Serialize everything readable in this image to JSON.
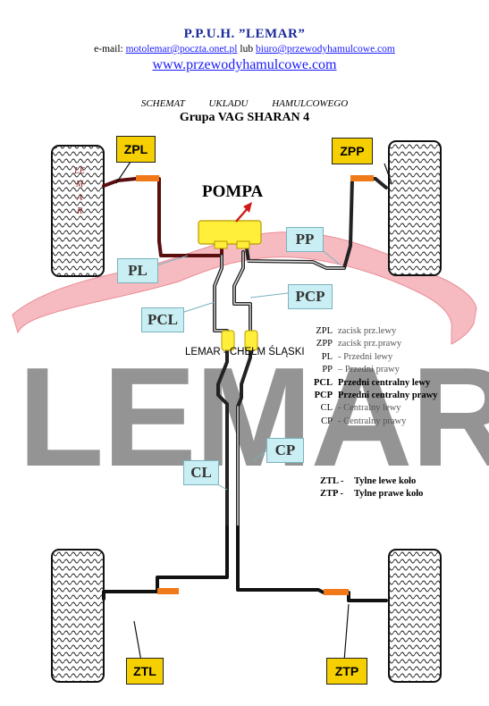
{
  "header": {
    "company": "P.P.U.H.  ”LEMAR”",
    "email_prefix": "e-mail: ",
    "email1": "motolemar@poczta.onet.pl",
    "email_join": " lub ",
    "email2": "biuro@przewodyhamulcowe.com",
    "website": "www.przewodyhamulcowe.com"
  },
  "title": {
    "schemat": "SCHEMAT UKLADU HAMULCOWEGO",
    "grupa": "Grupa VAG   SHARAN 4"
  },
  "pump_label": "POMPA",
  "watermark": {
    "logo_text": "LEMAR",
    "subtitle": "LEMAR - CHEŁM ŚLĄSKI"
  },
  "tire_text": "LEMAR",
  "labels": {
    "zpl": "ZPL",
    "zpp": "ZPP",
    "pl": "PL",
    "pp": "PP",
    "pcl": "PCL",
    "pcp": "PCP",
    "cl": "CL",
    "cp": "CP",
    "ztl": "ZTL",
    "ztp": "ZTP"
  },
  "legend": [
    {
      "key": "ZPL",
      "desc": "zacisk prz.lewy",
      "style": "muted"
    },
    {
      "key": "ZPP",
      "desc": "zacisk prz.prawy",
      "style": "muted"
    },
    {
      "key": "PL",
      "desc": "- Przedni lewy",
      "style": "muted"
    },
    {
      "key": "PP",
      "desc": "– Przedni prawy",
      "style": "muted"
    },
    {
      "key": "PCL",
      "desc": "Przedni centralny lewy",
      "style": "bold"
    },
    {
      "key": "PCP",
      "desc": "Przedni centralny prawy",
      "style": "bold"
    },
    {
      "key": "CL",
      "desc": "-  Centralny lewy",
      "style": "muted"
    },
    {
      "key": "CP",
      "desc": "-  Centralny prawy",
      "style": "muted"
    }
  ],
  "legend_rear": [
    {
      "key": "ZTL -",
      "desc": "Tylne lewe koło"
    },
    {
      "key": "ZTP -",
      "desc": "Tylne prawe koło"
    }
  ],
  "colors": {
    "caliper_label": "#f5cf00",
    "pipe_label": "#c9eef3",
    "pump": "#ffef3a",
    "fitting": "#f07a1a",
    "car_outline": "#e8818a",
    "arrow": "#d01a1a"
  }
}
